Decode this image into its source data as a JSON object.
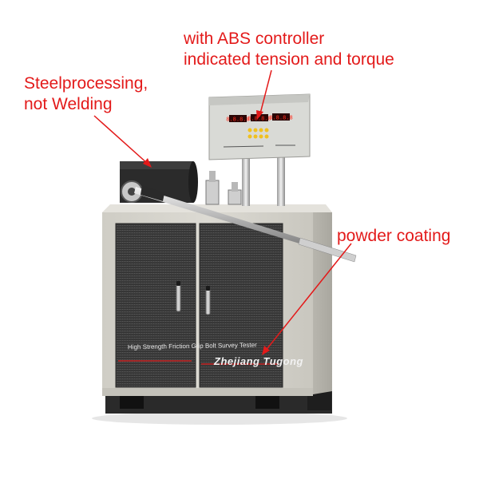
{
  "callouts": {
    "controller": {
      "line1": "with ABS controller",
      "line2": "indicated tension and torque"
    },
    "steel": {
      "line1": "Steelprocessing,",
      "line2": "not Welding"
    },
    "coating": {
      "text": "powder coating"
    }
  },
  "machine": {
    "model_label": "High Strength Friction Grip Bolt Survey Tester",
    "brand_label": "Zhejiang Tugong",
    "display_values": [
      "8.8.8.8",
      "8.8.8.8",
      "8.8.8.8"
    ]
  },
  "colors": {
    "annotation": "#e31a1a",
    "cabinet": "#d8d6cf",
    "door_panel": "#3e3e3e",
    "controller_box": "#d9dad6",
    "led": "#ff2a1a",
    "button": "#f0c020"
  }
}
